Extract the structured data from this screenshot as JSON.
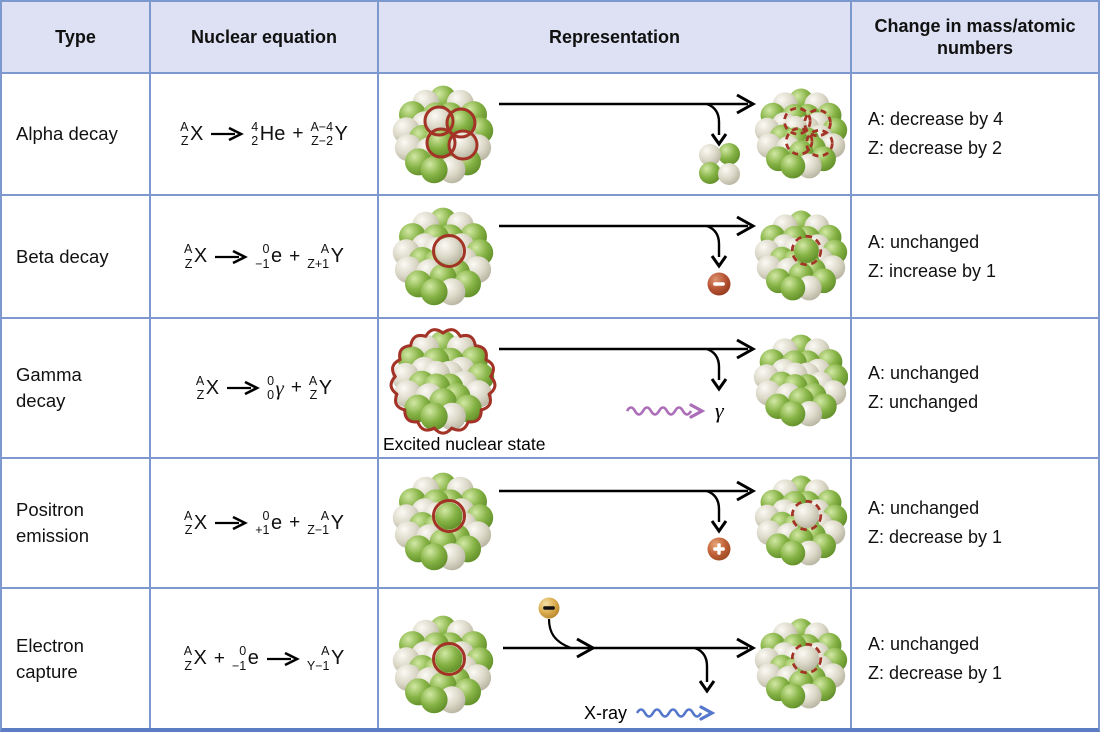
{
  "table": {
    "headers": [
      "Type",
      "Nuclear equation",
      "Representation",
      "Change in mass/atomic numbers"
    ],
    "rows": [
      {
        "type": "Alpha decay",
        "equation": [
          {
            "t": "nuc",
            "sup": "A",
            "sub": "Z",
            "sym": "X"
          },
          {
            "t": "arrow"
          },
          {
            "t": "nuc",
            "sup": "4",
            "sub": "2",
            "sym": "He"
          },
          {
            "t": "plus",
            "text": "+"
          },
          {
            "t": "nuc",
            "sup": "A−4",
            "sub": "Z−2",
            "sym": "Y"
          }
        ],
        "representation": {
          "left_overlay": "alpha-solid",
          "emitted": "alpha-particle",
          "right_overlay": "alpha-dashed",
          "layout": "standard"
        },
        "changes": [
          "A: decrease by 4",
          "Z: decrease by 2"
        ]
      },
      {
        "type": "Beta decay",
        "equation": [
          {
            "t": "nuc",
            "sup": "A",
            "sub": "Z",
            "sym": "X"
          },
          {
            "t": "arrow"
          },
          {
            "t": "nuc",
            "sup": "0",
            "sub": "−1",
            "sym": "e"
          },
          {
            "t": "plus",
            "text": "+"
          },
          {
            "t": "nuc",
            "sup": "A",
            "sub": "Z+1",
            "sym": "Y"
          }
        ],
        "representation": {
          "left_overlay": "circle-solid",
          "left_inner": "cream",
          "emitted": "minus-particle",
          "emitted_symbol": "−",
          "right_overlay": "circle-dashed",
          "right_inner": "green",
          "layout": "standard"
        },
        "changes": [
          "A: unchanged",
          "Z: increase by 1"
        ]
      },
      {
        "type": "Gamma decay",
        "equation": [
          {
            "t": "nuc",
            "sup": "A",
            "sub": "Z",
            "sym": "X"
          },
          {
            "t": "arrow"
          },
          {
            "t": "nuc",
            "sup": "0",
            "sub": "0",
            "sym": "γ",
            "greek": true
          },
          {
            "t": "plus",
            "text": "+"
          },
          {
            "t": "nuc",
            "sup": "A",
            "sub": "Z",
            "sym": "Y"
          }
        ],
        "representation": {
          "left_overlay": "scalloped",
          "left_label": "Excited nuclear state",
          "emitted": "gamma-wave",
          "emitted_label": "γ",
          "right_overlay": null,
          "layout": "standard"
        },
        "changes": [
          "A: unchanged",
          "Z: unchanged"
        ]
      },
      {
        "type": "Positron emission",
        "equation": [
          {
            "t": "nuc",
            "sup": "A",
            "sub": "Z",
            "sym": "X"
          },
          {
            "t": "arrow"
          },
          {
            "t": "nuc",
            "sup": "0",
            "sub": "+1",
            "sym": "e"
          },
          {
            "t": "plus",
            "text": "+"
          },
          {
            "t": "nuc",
            "sup": "A",
            "sub": "Z−1",
            "sym": "Y"
          }
        ],
        "representation": {
          "left_overlay": "circle-solid",
          "left_inner": "green",
          "emitted": "plus-particle",
          "emitted_symbol": "+",
          "right_overlay": "circle-dashed",
          "right_inner": "cream",
          "layout": "standard"
        },
        "changes": [
          "A: unchanged",
          "Z: decrease by 1"
        ]
      },
      {
        "type": "Electron capture",
        "equation": [
          {
            "t": "nuc",
            "sup": "A",
            "sub": "Z",
            "sym": "X"
          },
          {
            "t": "plus",
            "text": "+"
          },
          {
            "t": "nuc",
            "sup": "0",
            "sub": "−1",
            "sym": "e"
          },
          {
            "t": "arrow"
          },
          {
            "t": "nuc",
            "sup": "A",
            "sub": "Y−1",
            "sym": "Y"
          }
        ],
        "representation": {
          "left_overlay": "circle-solid",
          "left_inner": "green",
          "incoming": "electron-particle",
          "incoming_symbol": "−",
          "emitted": "xray-wave",
          "emitted_label": "X-ray",
          "right_overlay": "circle-dashed",
          "right_inner": "cream",
          "layout": "capture"
        },
        "changes": [
          "A: unchanged",
          "Z: decrease by 1"
        ]
      }
    ]
  },
  "colors": {
    "border_blue": "#7d97cf",
    "border_bottom_blue": "#5c7cc4",
    "header_bg": "#dde1f3",
    "sphere_green": "#86b345",
    "sphere_cream": "#dcd9c9",
    "highlight_red": "#a33327",
    "beta_particle_red": "#b85637",
    "positron_particle_orange": "#c2633a",
    "electron_gold": "#dcaf52",
    "gamma_wave_purple": "#ab6cb8",
    "xray_wave_blue": "#5577cc",
    "arrow_black": "#000000"
  }
}
